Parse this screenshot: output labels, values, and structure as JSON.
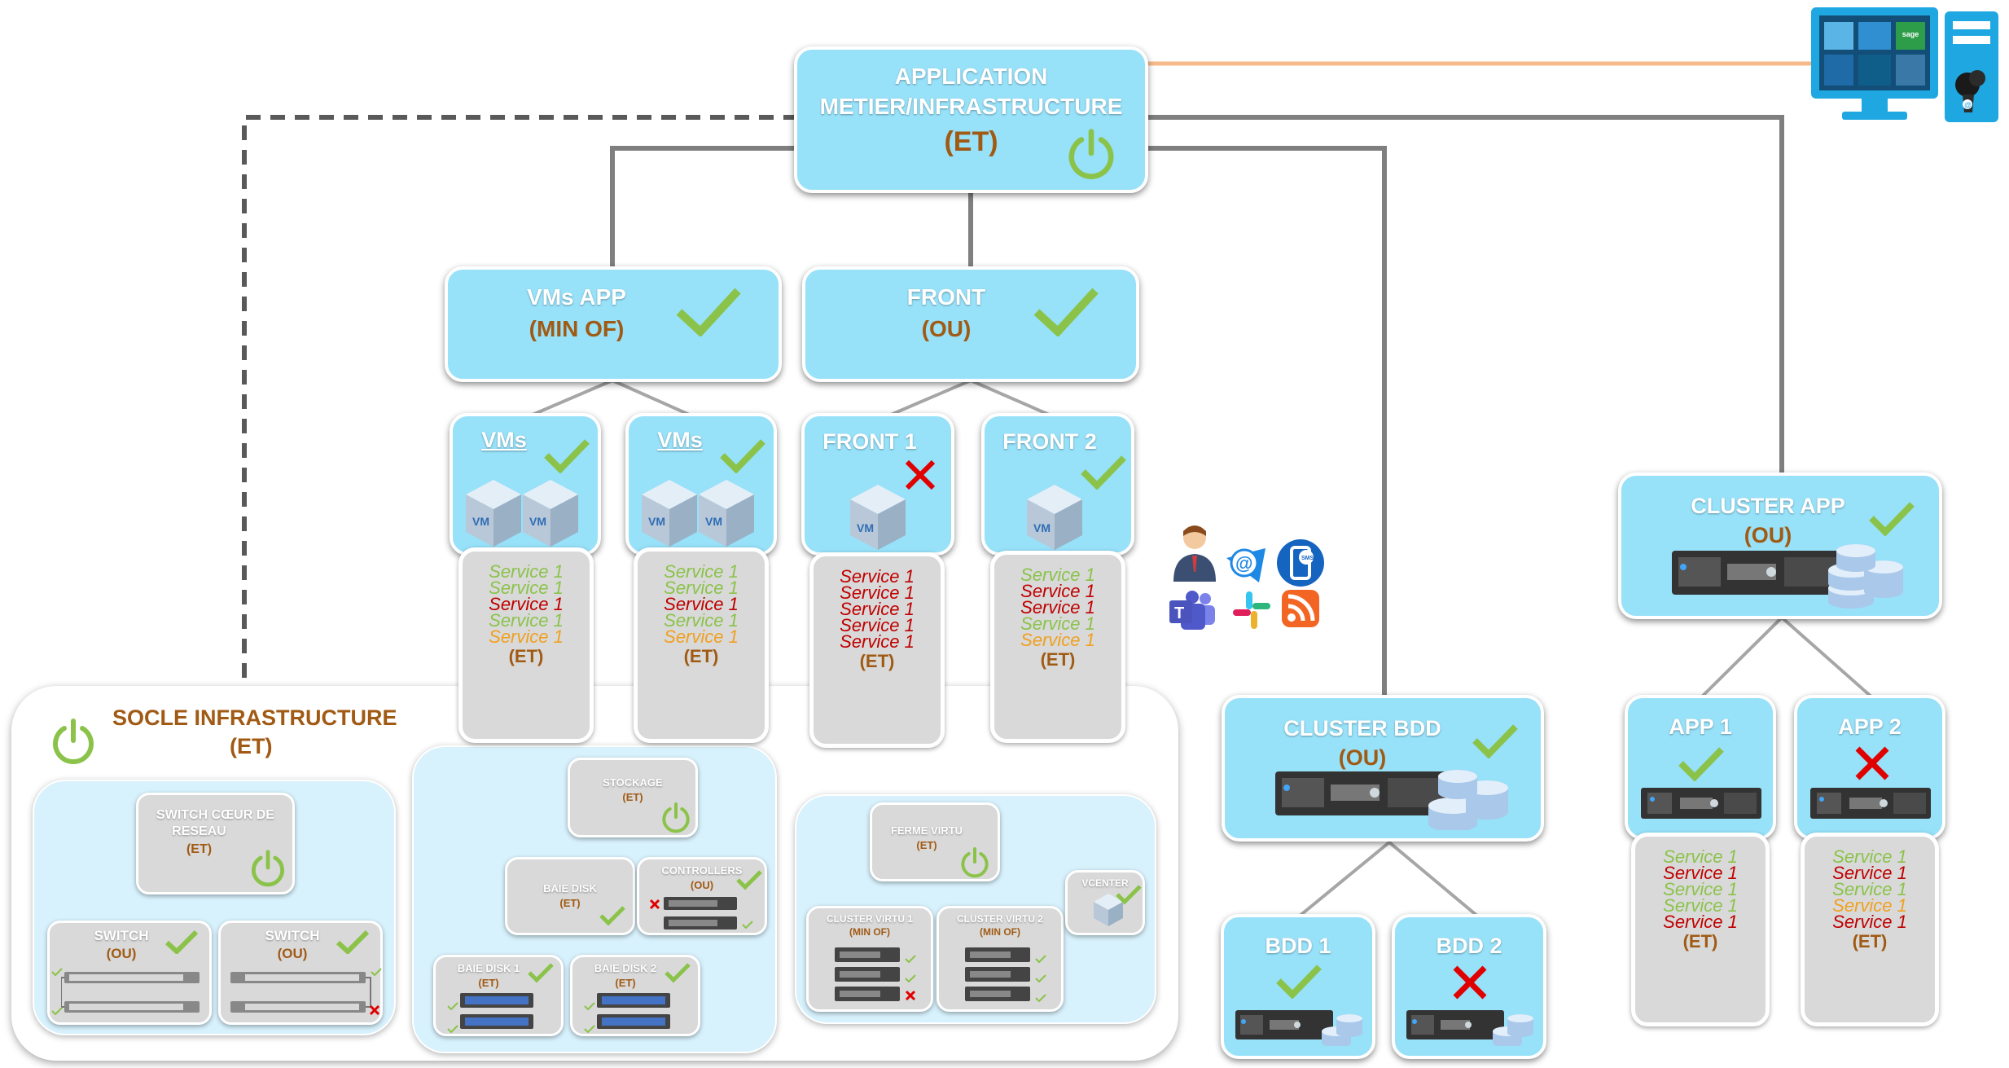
{
  "application": {
    "title_line1": "APPLICATION",
    "title_line2": "METIER/INFRASTRUCTURE",
    "mode": "(ET)"
  },
  "vms_app": {
    "title": "VMs APP",
    "mode": "(MIN OF)"
  },
  "front": {
    "title": "FRONT",
    "mode": "(OU)"
  },
  "vms1": {
    "title": "VMs"
  },
  "vms2": {
    "title": "VMs"
  },
  "front1": {
    "title": "FRONT 1"
  },
  "front2": {
    "title": "FRONT 2"
  },
  "service_lists": {
    "vms1": {
      "items": [
        {
          "label": "Service 1",
          "status": "green"
        },
        {
          "label": "Service 1",
          "status": "green"
        },
        {
          "label": "Service 1",
          "status": "red"
        },
        {
          "label": "Service 1",
          "status": "green"
        },
        {
          "label": "Service 1",
          "status": "orange"
        }
      ],
      "mode": "(ET)"
    },
    "vms2": {
      "items": [
        {
          "label": "Service 1",
          "status": "green"
        },
        {
          "label": "Service 1",
          "status": "green"
        },
        {
          "label": "Service 1",
          "status": "red"
        },
        {
          "label": "Service 1",
          "status": "green"
        },
        {
          "label": "Service 1",
          "status": "orange"
        }
      ],
      "mode": "(ET)"
    },
    "front1": {
      "items": [
        {
          "label": "Service 1",
          "status": "red"
        },
        {
          "label": "Service 1",
          "status": "red"
        },
        {
          "label": "Service 1",
          "status": "red"
        },
        {
          "label": "Service 1",
          "status": "red"
        },
        {
          "label": "Service 1",
          "status": "red"
        }
      ],
      "mode": "(ET)"
    },
    "front2": {
      "items": [
        {
          "label": "Service 1",
          "status": "green"
        },
        {
          "label": "Service 1",
          "status": "red"
        },
        {
          "label": "Service 1",
          "status": "red"
        },
        {
          "label": "Service 1",
          "status": "green"
        },
        {
          "label": "Service 1",
          "status": "orange"
        }
      ],
      "mode": "(ET)"
    },
    "app1": {
      "items": [
        {
          "label": "Service 1",
          "status": "green"
        },
        {
          "label": "Service 1",
          "status": "red"
        },
        {
          "label": "Service 1",
          "status": "green"
        },
        {
          "label": "Service 1",
          "status": "green"
        },
        {
          "label": "Service 1",
          "status": "red"
        }
      ],
      "mode": "(ET)"
    },
    "app2": {
      "items": [
        {
          "label": "Service 1",
          "status": "green"
        },
        {
          "label": "Service 1",
          "status": "red"
        },
        {
          "label": "Service 1",
          "status": "green"
        },
        {
          "label": "Service 1",
          "status": "orange"
        },
        {
          "label": "Service 1",
          "status": "red"
        }
      ],
      "mode": "(ET)"
    }
  },
  "socle": {
    "title": "SOCLE INFRASTRUCTURE",
    "mode": "(ET)"
  },
  "switch_coeur": {
    "title_line1": "SWITCH CŒUR DE",
    "title_line2": "RESEAU",
    "mode": "(ET)"
  },
  "switch_a": {
    "title": "SWITCH",
    "mode": "(OU)"
  },
  "switch_b": {
    "title": "SWITCH",
    "mode": "(OU)"
  },
  "stockage": {
    "title": "STOCKAGE",
    "mode": "(ET)"
  },
  "baie_disk": {
    "title": "BAIE DISK",
    "mode": "(ET)"
  },
  "controllers": {
    "title": "CONTROLLERS",
    "mode": "(OU)"
  },
  "baie_disk1": {
    "title": "BAIE DISK 1",
    "mode": "(ET)"
  },
  "baie_disk2": {
    "title": "BAIE DISK 2",
    "mode": "(ET)"
  },
  "ferme_virtu": {
    "title": "FERME VIRTU",
    "mode": "(ET)"
  },
  "cluster_virtu1": {
    "title": "CLUSTER VIRTU 1",
    "mode": "(MIN OF)"
  },
  "cluster_virtu2": {
    "title": "CLUSTER VIRTU 2",
    "mode": "(MIN OF)"
  },
  "vcenter": {
    "title": "VCENTER"
  },
  "cluster_bdd": {
    "title": "CLUSTER BDD",
    "mode": "(OU)"
  },
  "bdd1": {
    "title": "BDD 1"
  },
  "bdd2": {
    "title": "BDD 2"
  },
  "cluster_app": {
    "title": "CLUSTER APP",
    "mode": "(OU)"
  },
  "app1": {
    "title": "APP 1"
  },
  "app2": {
    "title": "APP 2"
  },
  "dashboard_tile": {
    "text": "sage"
  },
  "status_colors": {
    "green": "#8bc34a",
    "red": "#c00000",
    "orange": "#f0a020",
    "node_blue": "#97e1f9",
    "mode_brown": "#a05a14"
  },
  "notification_icons": [
    "user-icon",
    "email-icon",
    "sms-icon",
    "teams-icon",
    "slack-icon",
    "rss-icon"
  ]
}
